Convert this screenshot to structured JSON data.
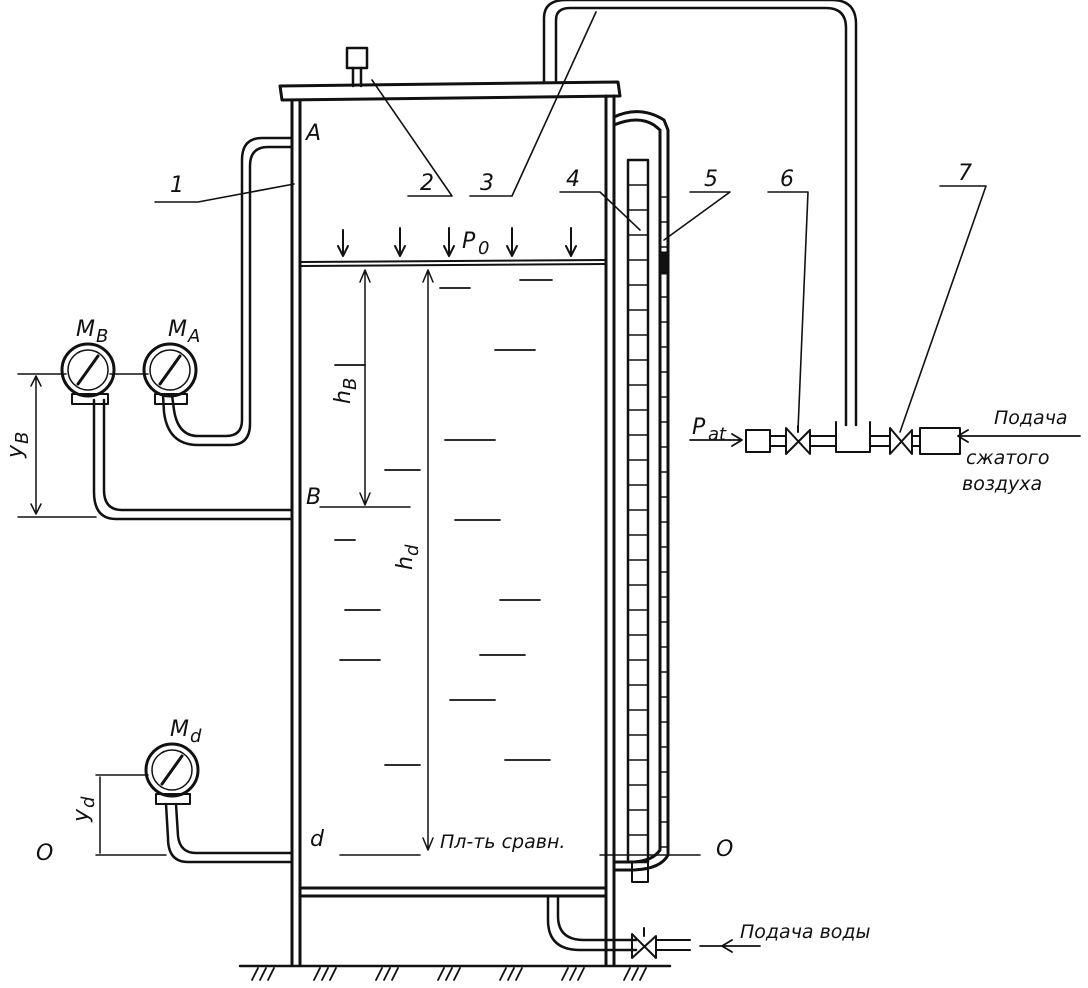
{
  "labels": {
    "callouts": [
      "1",
      "2",
      "3",
      "4",
      "5",
      "6",
      "7"
    ],
    "points": {
      "A": "A",
      "B": "B",
      "D": "d"
    },
    "gauges": {
      "MB": "M",
      "MB_sub": "B",
      "MA": "M",
      "MA_sub": "A",
      "MD": "M",
      "MD_sub": "d"
    },
    "heights": {
      "hB": "h",
      "hB_sub": "B",
      "hD": "h",
      "hD_sub": "d"
    },
    "offsets": {
      "yB": "y",
      "yB_sub": "B",
      "yD": "y",
      "yD_sub": "d"
    },
    "p0": "P",
    "p0_sub": "0",
    "patm": "P",
    "patm_sub": "at",
    "reference_plane": "Пл-ть сравн.",
    "datum_left": "O",
    "datum_right": "O",
    "air_supply": [
      "Подача",
      "сжатого",
      "воздуха"
    ],
    "water_supply": "Подача воды"
  },
  "colors": {
    "ink": "#111111",
    "paper": "#ffffff"
  }
}
